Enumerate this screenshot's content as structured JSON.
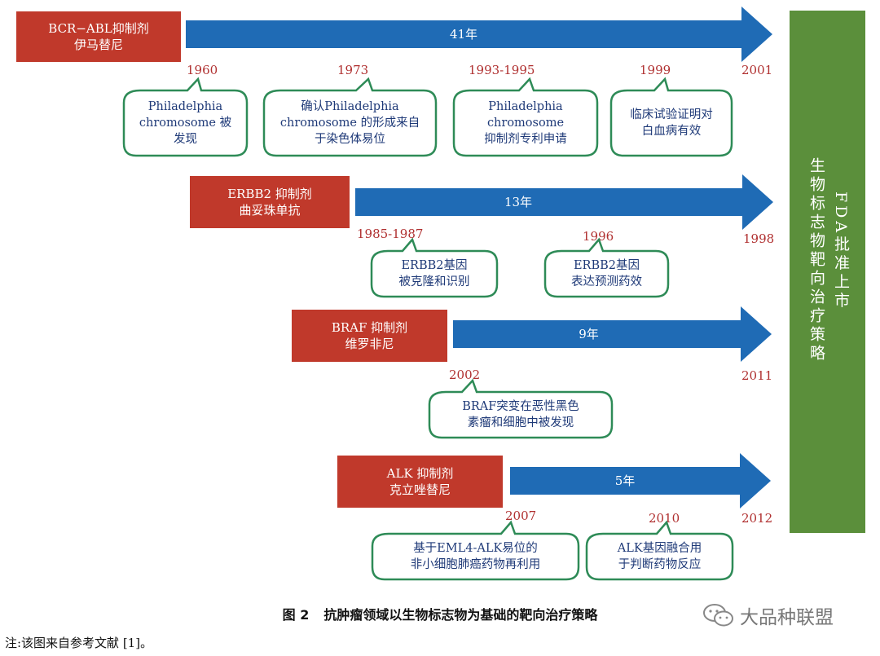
{
  "rows": [
    {
      "drug_line1": "BCR−ABL抑制剂",
      "drug_line2": "伊马替尼",
      "duration": "41年",
      "end_year": "2001",
      "events": [
        {
          "year": "1960",
          "lines": [
            "Philadelphia",
            "chromosome 被",
            "发现"
          ]
        },
        {
          "year": "1973",
          "lines": [
            "确认Philadelphia",
            "chromosome 的形成来自",
            "于染色体易位"
          ]
        },
        {
          "year": "1993-1995",
          "lines": [
            "Philadelphia",
            "chromosome",
            "抑制剂专利申请"
          ]
        },
        {
          "year": "1999",
          "lines": [
            "临床试验证明对",
            "白血病有效"
          ]
        }
      ]
    },
    {
      "drug_line1": "ERBB2 抑制剂",
      "drug_line2": "曲妥珠单抗",
      "duration": "13年",
      "end_year": "1998",
      "events": [
        {
          "year": "1985-1987",
          "lines": [
            "ERBB2基因",
            "被克隆和识别"
          ]
        },
        {
          "year": "1996",
          "lines": [
            "ERBB2基因",
            "表达预测药效"
          ]
        }
      ]
    },
    {
      "drug_line1": "BRAF 抑制剂",
      "drug_line2": "维罗非尼",
      "duration": "9年",
      "end_year": "2011",
      "events": [
        {
          "year": "2002",
          "lines": [
            "BRAF突变在恶性黑色",
            "素瘤和细胞中被发现"
          ]
        }
      ]
    },
    {
      "drug_line1": "ALK 抑制剂",
      "drug_line2": "克立唑替尼",
      "duration": "5年",
      "end_year": "2012",
      "events": [
        {
          "year": "2007",
          "lines": [
            "基于EML4-ALK易位的",
            "非小细胞肺癌药物再利用"
          ]
        },
        {
          "year": "2010",
          "lines": [
            "ALK基因融合用",
            "于判断药物反应"
          ]
        }
      ]
    }
  ],
  "fda_box": {
    "col_right": "FDA批准上市",
    "col_left": "生物标志物靶向治疗策略"
  },
  "caption": {
    "number": "图 2",
    "text": "抗肿瘤领域以生物标志物为基础的靶向治疗策略"
  },
  "watermark": "大品种联盟",
  "note": "注:该图来自参考文献 [1]。",
  "colors": {
    "drug_box": "#c0392b",
    "arrow": "#1f6bb5",
    "year_text": "#b03030",
    "bubble_border": "#2e8b57",
    "bubble_text": "#1f3a78",
    "fda_box": "#5b8f3b"
  }
}
